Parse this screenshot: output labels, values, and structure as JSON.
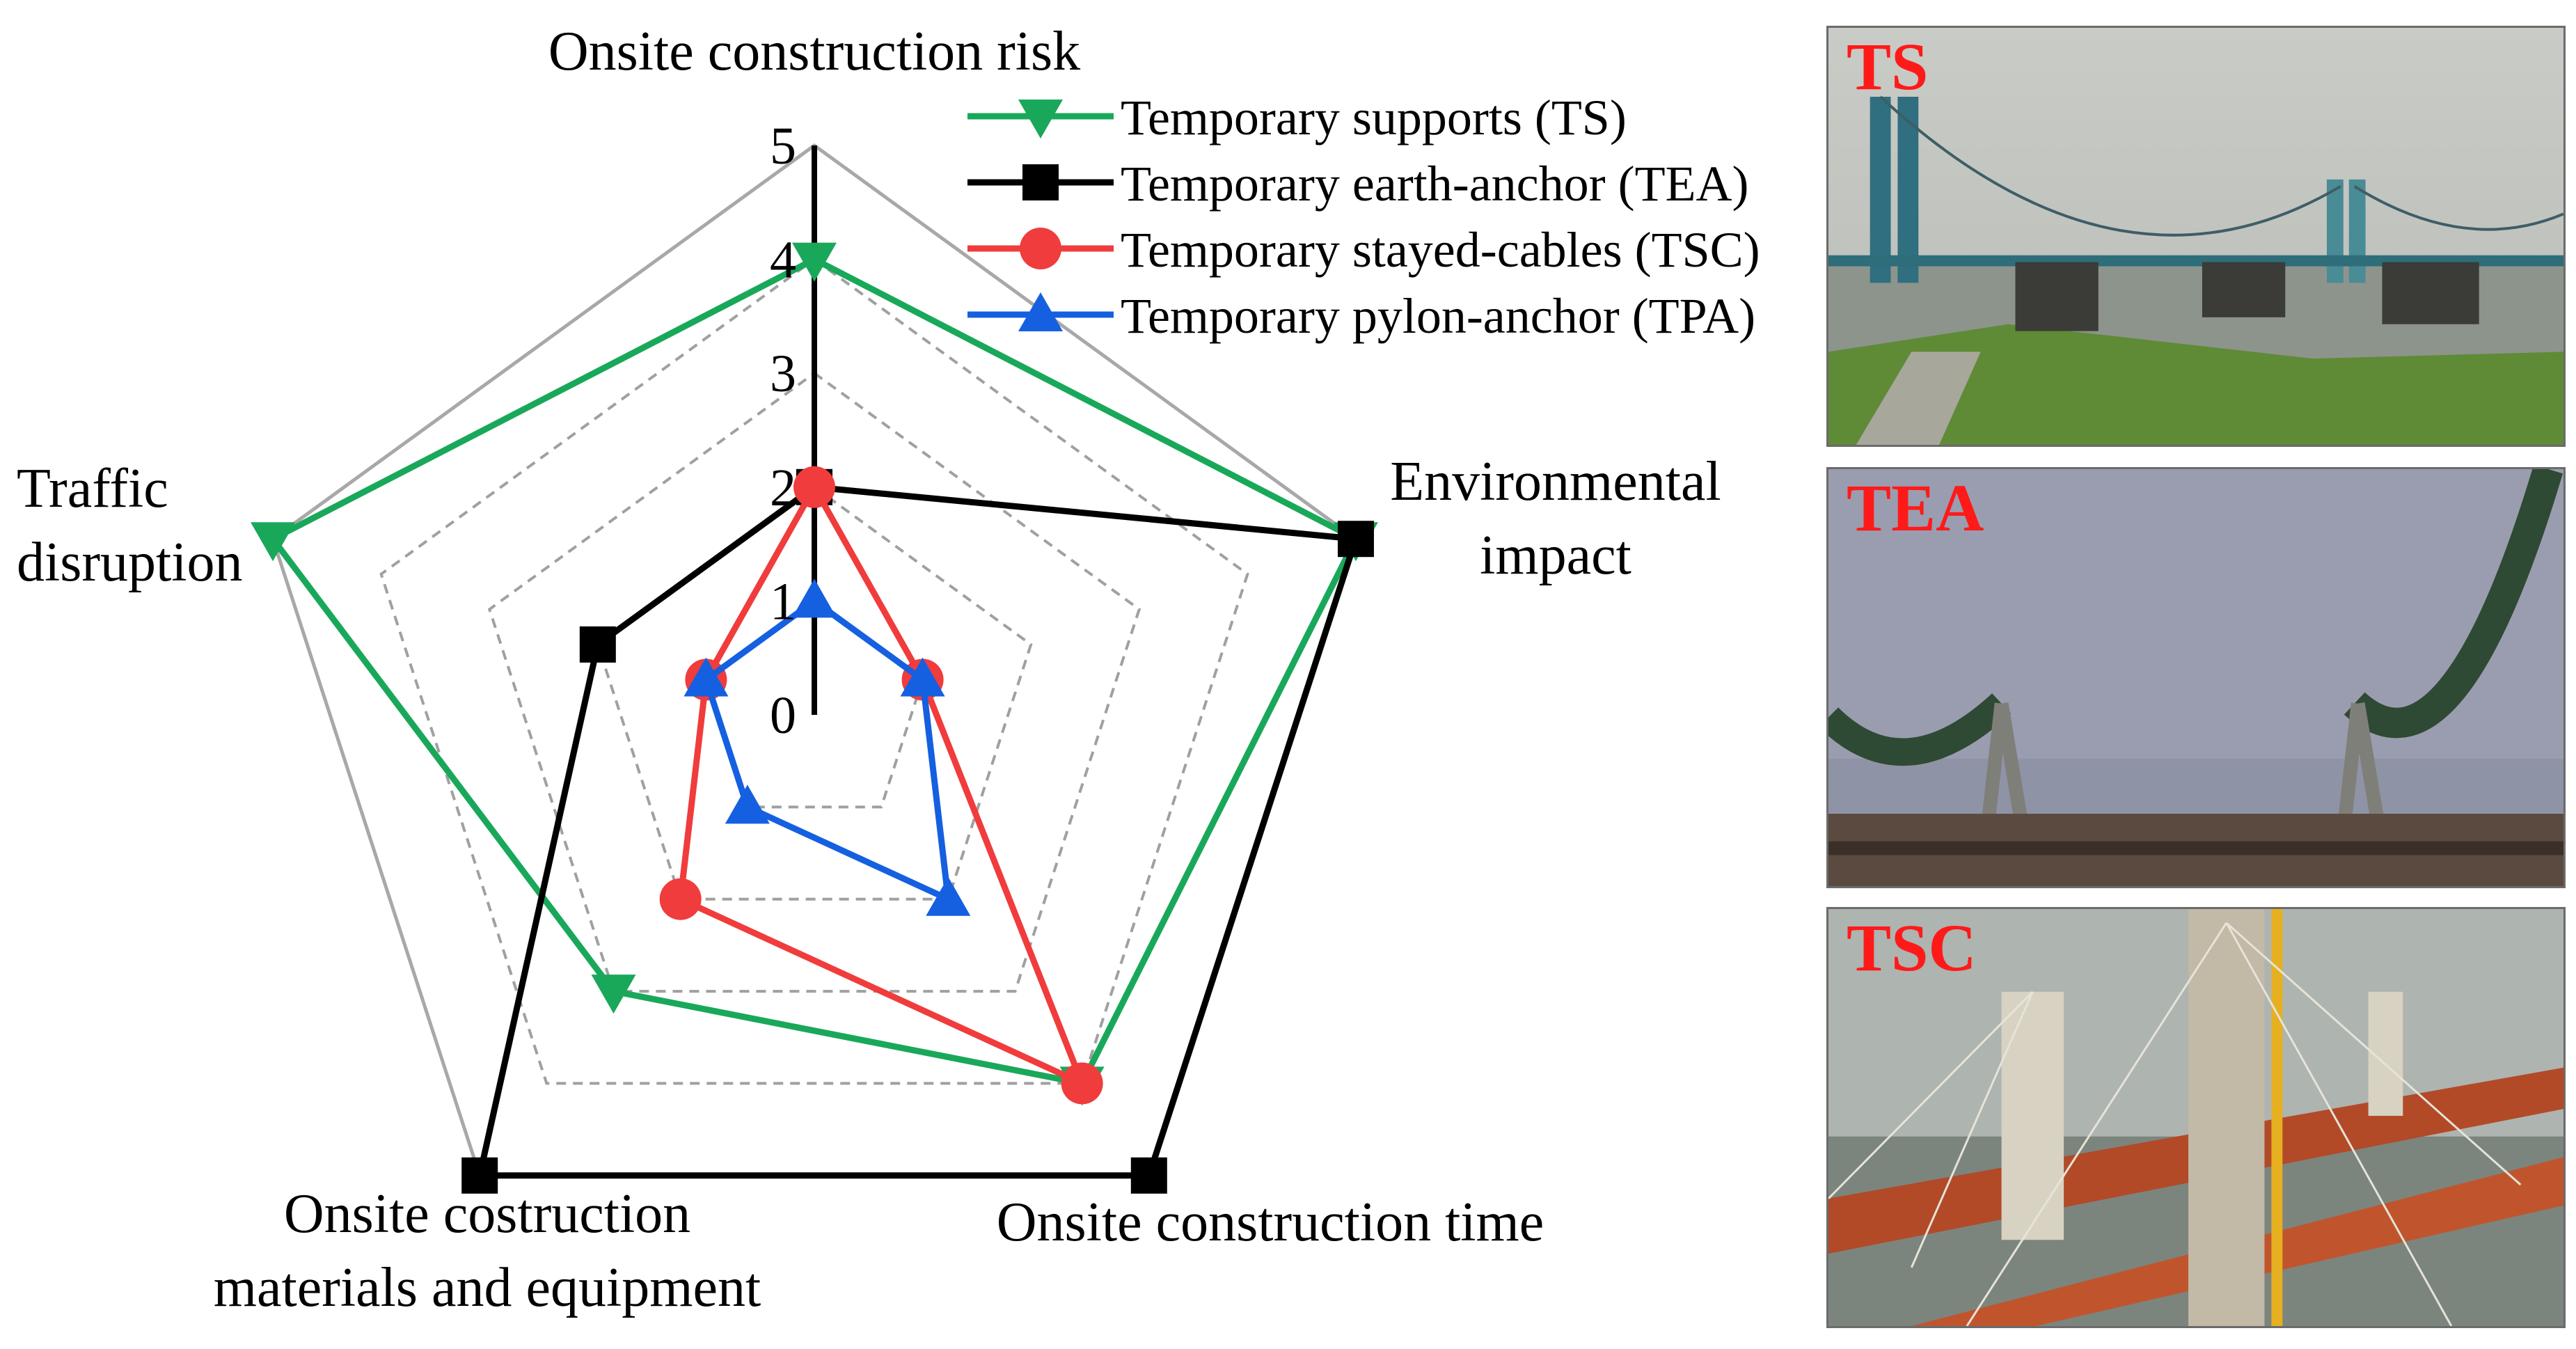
{
  "chart_data": {
    "type": "radar",
    "axes": [
      {
        "label_lines": [
          "Onsite construction risk"
        ]
      },
      {
        "label_lines": [
          "Environmental",
          "impact"
        ]
      },
      {
        "label_lines": [
          "Onsite construction time"
        ]
      },
      {
        "label_lines": [
          "Onsite costruction",
          "materials and equipment"
        ]
      },
      {
        "label_lines": [
          "Traffic",
          "disruption"
        ]
      }
    ],
    "rlim": [
      0,
      5
    ],
    "ticks": [
      "0",
      "1",
      "2",
      "3",
      "4",
      "5"
    ],
    "grid": true,
    "legend_position": "top-right",
    "series": [
      {
        "name": "Temporary supports (TS)",
        "color": "#19a85a",
        "marker": "triangle-down",
        "values": [
          4,
          5,
          4,
          3,
          5
        ]
      },
      {
        "name": "Temporary earth-anchor (TEA)",
        "color": "#000000",
        "marker": "square",
        "values": [
          2,
          5,
          5,
          5,
          2
        ]
      },
      {
        "name": "Temporary stayed-cables (TSC)",
        "color": "#f03c3c",
        "marker": "circle",
        "values": [
          2,
          1,
          4,
          2,
          1
        ]
      },
      {
        "name": "Temporary pylon-anchor (TPA)",
        "color": "#1560e0",
        "marker": "triangle-up",
        "values": [
          1,
          1,
          2,
          1,
          1
        ]
      }
    ]
  },
  "photos": [
    {
      "label": "TS",
      "icon": "suspension-bridge-photo"
    },
    {
      "label": "TEA",
      "icon": "arch-construction-photo"
    },
    {
      "label": "TSC",
      "icon": "cable-stayed-bridge-photo"
    }
  ]
}
